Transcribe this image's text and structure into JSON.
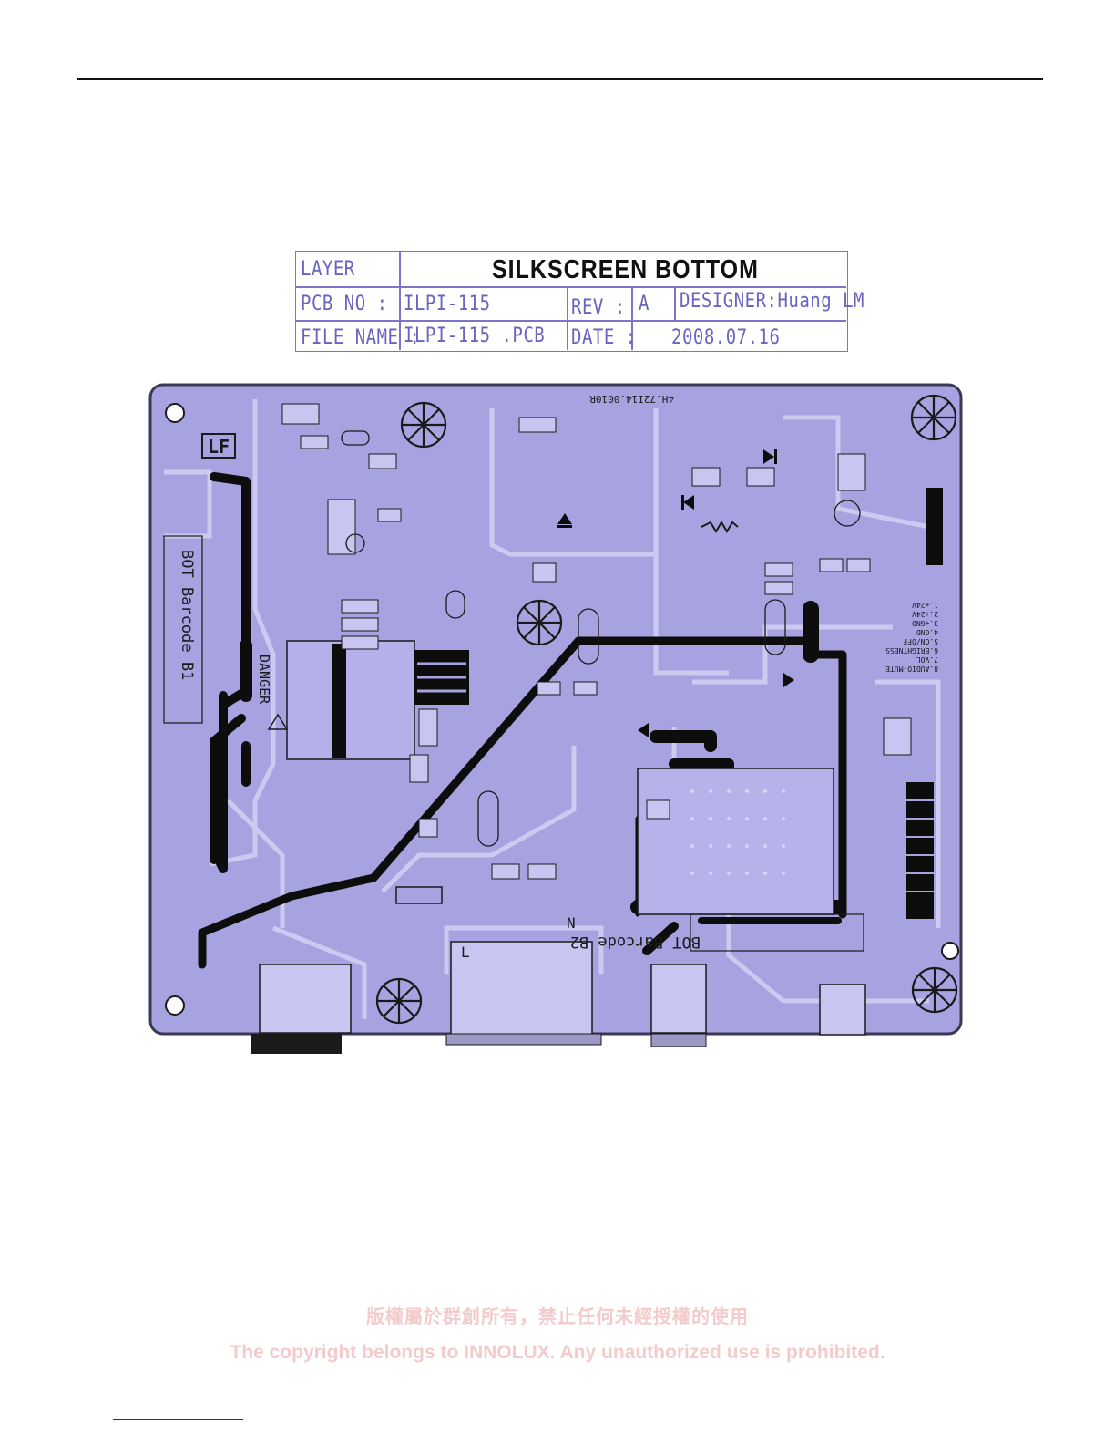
{
  "title_block": {
    "layer_label": "LAYER",
    "layer_value": "SILKSCREEN BOTTOM",
    "pcb_no_label": "PCB NO :",
    "pcb_no_value": "ILPI-115",
    "rev_label": "REV :",
    "rev_value": "A",
    "designer": "DESIGNER:Huang LM",
    "file_name_label": "FILE NAME :",
    "file_name_value": "ILPI-115 .PCB",
    "date_label": "DATE :",
    "date_value": "2008.07.16"
  },
  "board": {
    "part_number": "4H.72I14.0010R",
    "barcode_left": "BOT Barcode   B1",
    "barcode_bottom": "BOT Barcode  B2",
    "danger": "DANGER",
    "lf_mark": "LF",
    "label_L": "L",
    "label_N": "N",
    "pin_legend": [
      "1.+24V",
      "2.+24V",
      "3.+GND",
      "4.GND",
      "5.ON/OFF",
      "6.BRIGHTNESS",
      "7.VOL",
      "8.AUDIO-MUTE"
    ],
    "colors": {
      "board": "#a7a3e0",
      "board_edge": "#3a3a55",
      "trace": "#0d0d0d",
      "light": "#c9c6ef"
    }
  },
  "footer": {
    "chinese": "版權屬於群創所有，禁止任何未經授權的使用",
    "english": "The copyright belongs to INNOLUX. Any unauthorized use is prohibited."
  }
}
